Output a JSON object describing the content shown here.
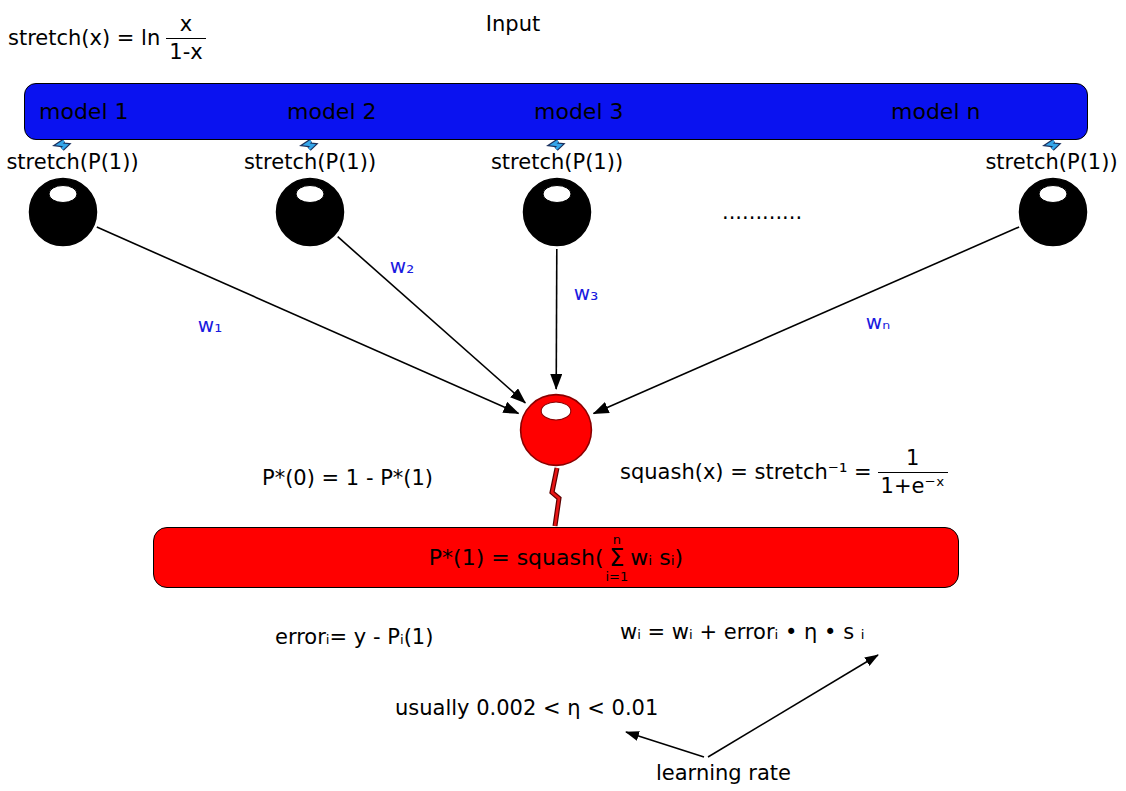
{
  "diagram": {
    "nodes": [
      {
        "text": [
          "model 1",
          "model 2",
          "model 3",
          "model n"
        ]
      },
      {
        "text": [
          "stretch(P(1))"
        ]
      },
      {
        "text": [
          "stretch(P(1))"
        ]
      },
      {
        "text": [
          "stretch(P(1))"
        ]
      },
      {
        "text": [
          "stretch(P(1))"
        ]
      },
      {
        "text": []
      },
      {
        "text": [
          "P*(1) = squash(",
          "n",
          "Σ",
          "i=1",
          "wᵢ sᵢ)"
        ]
      }
    ],
    "edges": [
      {
        "from": 0,
        "to": 1,
        "arrow": "none"
      },
      {
        "from": 0,
        "to": 2,
        "arrow": "none"
      },
      {
        "from": 0,
        "to": 3,
        "arrow": "none"
      },
      {
        "from": 0,
        "to": 4,
        "arrow": "none"
      },
      {
        "from": 1,
        "to": 5,
        "label": "w₁",
        "arrow": "to"
      },
      {
        "from": 2,
        "to": 5,
        "label": "w₂",
        "arrow": "to"
      },
      {
        "from": 3,
        "to": 5,
        "label": "w₃",
        "arrow": "to"
      },
      {
        "from": 4,
        "to": 5,
        "label": "wₙ",
        "arrow": "to"
      },
      {
        "from": 5,
        "to": 6,
        "arrow": "none"
      }
    ],
    "labels": [
      "stretch(x) = ln",
      "x",
      "1-x",
      "Input",
      "............",
      "P*(0) = 1 - P*(1)",
      "squash(x) = stretch⁻¹ =",
      "1",
      "1+e⁻ˣ",
      "errorᵢ= y - Pᵢ(1)",
      "wᵢ = wᵢ + errorᵢ • η • s ᵢ",
      "usually 0.002 < η < 0.01",
      "learning rate"
    ]
  }
}
